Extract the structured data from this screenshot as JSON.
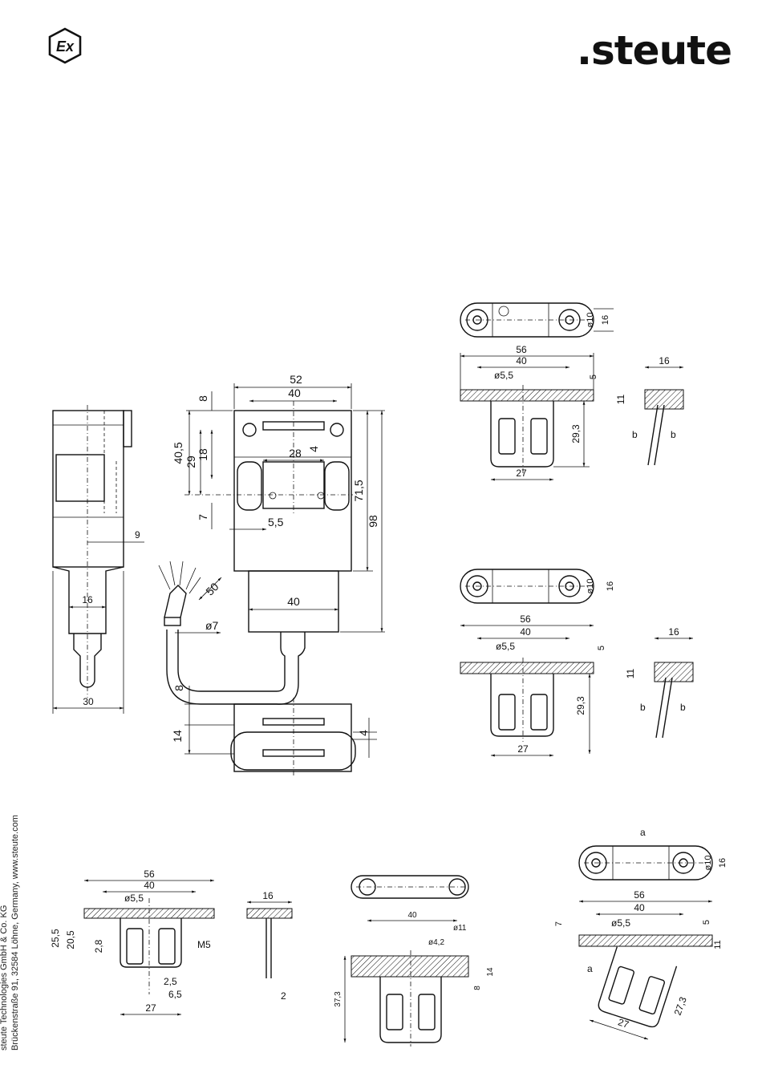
{
  "header": {
    "ex_mark": "Ex",
    "brand": ".steute"
  },
  "footer": {
    "line1": "steute Technologies GmbH & Co. KG",
    "line2": "Brückenstraße 91, 32584 Löhne, Germany, www.steute.com"
  },
  "main_drawing": {
    "dims": [
      "52",
      "40",
      "8",
      "40,5",
      "29",
      "18",
      "28",
      "4",
      "71,5",
      "98",
      "7",
      "5,5",
      "9",
      "16",
      "30",
      "50",
      "40",
      "ø7",
      "8",
      "14",
      "4"
    ]
  },
  "actuator_top": {
    "dims": [
      "ø10",
      "16",
      "56",
      "40",
      "ø5,5",
      "5",
      "29,3",
      "27",
      "16",
      "11",
      "b",
      "b"
    ]
  },
  "actuator_mid": {
    "dims": [
      "ø10",
      "16",
      "56",
      "40",
      "ø5,5",
      "5",
      "29,3",
      "27",
      "16",
      "11",
      "b",
      "b"
    ]
  },
  "actuator_bottom_left": {
    "dims": [
      "56",
      "40",
      "ø5,5",
      "25,5",
      "20,5",
      "2,8",
      "M5",
      "2,5",
      "6,5",
      "27",
      "16",
      "2"
    ]
  },
  "actuator_bottom_mid": {
    "dims": [
      "40",
      "ø11",
      "ø4,2",
      "14",
      "8",
      "37,3"
    ]
  },
  "actuator_bottom_right": {
    "dims": [
      "a",
      "ø10",
      "16",
      "56",
      "40",
      "ø5,5",
      "7",
      "5",
      "11",
      "a",
      "27,3",
      "27"
    ]
  }
}
